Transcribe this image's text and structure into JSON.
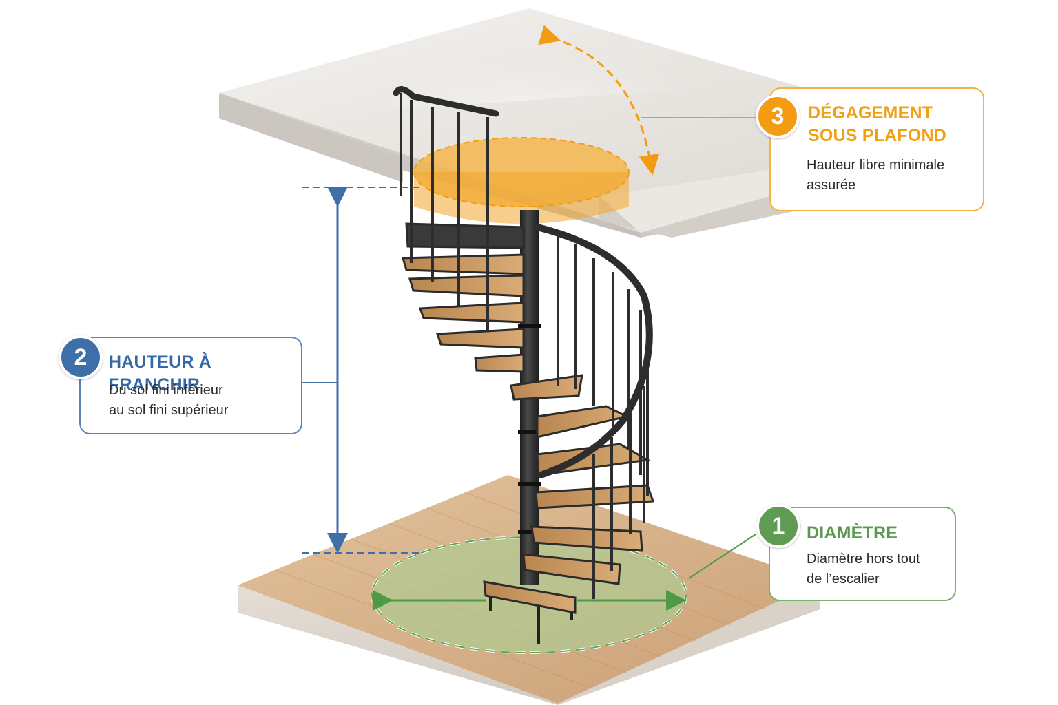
{
  "callouts": {
    "clearance": {
      "number": "3",
      "title_line1": "DÉGAGEMENT",
      "title_line2": "SOUS PLAFOND",
      "desc_line1": "Hauteur libre minimale",
      "desc_line2": "assurée",
      "color": "#f39c12"
    },
    "height": {
      "number": "2",
      "title": "HAUTEUR À FRANCHIR",
      "desc_line1": "Du sol fini inférieur",
      "desc_line2": "au sol fini supérieur",
      "color": "#3f6fa8"
    },
    "diameter": {
      "number": "1",
      "title": "DIAMÈTRE",
      "desc_line1": "Diamètre hors tout",
      "desc_line2": "de l’escalier",
      "color": "#5f9b52"
    }
  },
  "colors": {
    "wood": "#c9995f",
    "metal": "#2c2c2c",
    "ceiling": "#e8e5e0",
    "floor": "#d8b48c"
  }
}
